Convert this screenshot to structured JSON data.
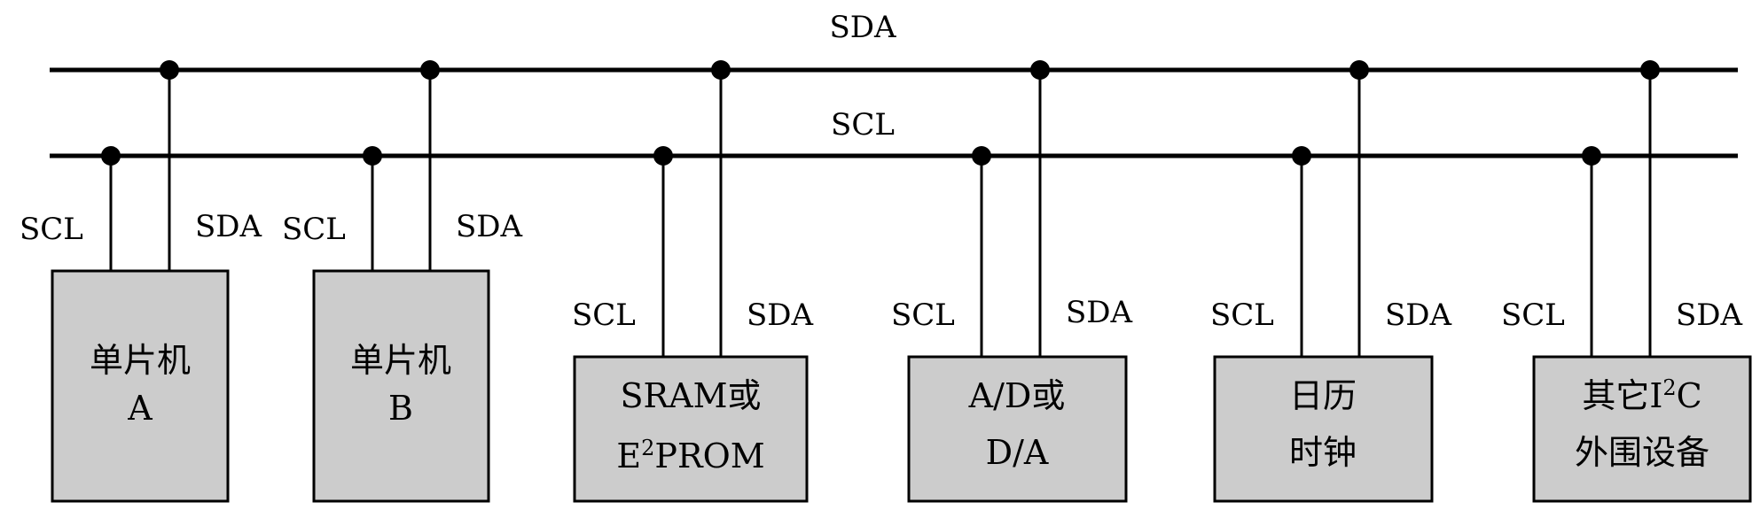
{
  "buses": {
    "sda_label": "SDA",
    "scl_label": "SCL"
  },
  "devices": [
    {
      "pin_scl": "SCL",
      "pin_sda": "SDA",
      "line1": "单片机",
      "line2": "A"
    },
    {
      "pin_scl": "SCL",
      "pin_sda": "SDA",
      "line1": "单片机",
      "line2": "B"
    },
    {
      "pin_scl": "SCL",
      "pin_sda": "SDA",
      "line1": "SRAM或",
      "line2_main": "E",
      "line2_sup": "2",
      "line2_rest": "PROM"
    },
    {
      "pin_scl": "SCL",
      "pin_sda": "SDA",
      "line1": "A/D或",
      "line2": "D/A"
    },
    {
      "pin_scl": "SCL",
      "pin_sda": "SDA",
      "line1": "日历",
      "line2": "时钟"
    },
    {
      "pin_scl": "SCL",
      "pin_sda": "SDA",
      "line1_main": "其它I",
      "line1_sup": "2",
      "line1_rest": "C",
      "line2": "外围设备"
    }
  ],
  "colors": {
    "box_fill": "#cccccc",
    "line": "#000000"
  }
}
